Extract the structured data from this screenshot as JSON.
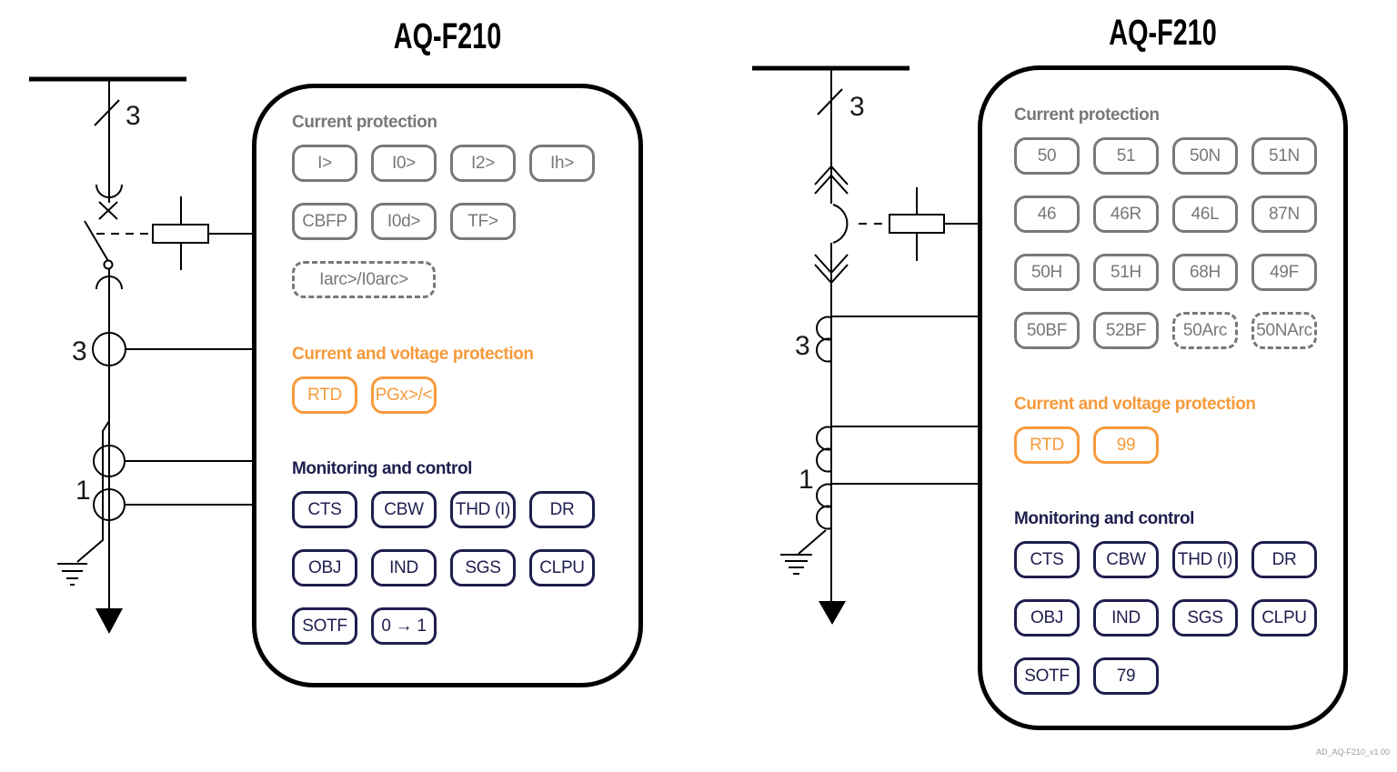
{
  "palette": {
    "gray": "#77787B",
    "orange": "#F79A3B",
    "navy": "#1E1E4F",
    "line_black": "#000000"
  },
  "footer": {
    "version_label": "AD_AQ-F210_v1.00"
  },
  "left_diagram": {
    "title": "AQ-F210",
    "circuit": {
      "breaker_phase_count": "3",
      "phase_ct_count": "3",
      "core_ct_count": "1"
    },
    "sections": {
      "current_protection": {
        "heading": "Current protection",
        "badges": [
          {
            "label": "I>"
          },
          {
            "label": "I0>"
          },
          {
            "label": "I2>"
          },
          {
            "label": "Ih>"
          },
          {
            "label": "CBFP"
          },
          {
            "label": "I0d>"
          },
          {
            "label": "TF>"
          },
          {
            "label": "Iarc>/I0arc>",
            "variant": "dashed wide"
          }
        ]
      },
      "current_voltage_protection": {
        "heading": "Current and voltage protection",
        "badges": [
          {
            "label": "RTD"
          },
          {
            "label": "PGx>/<"
          }
        ]
      },
      "monitoring_control": {
        "heading": "Monitoring and control",
        "badges": [
          {
            "label": "CTS"
          },
          {
            "label": "CBW"
          },
          {
            "label": "THD (I)"
          },
          {
            "label": "DR"
          },
          {
            "label": "OBJ"
          },
          {
            "label": "IND"
          },
          {
            "label": "SGS"
          },
          {
            "label": "CLPU"
          },
          {
            "label": "SOTF"
          },
          {
            "label": "0 → 1"
          }
        ]
      }
    }
  },
  "right_diagram": {
    "title": "AQ-F210",
    "circuit": {
      "breaker_phase_count": "3",
      "phase_ct_count": "3",
      "core_ct_count": "1"
    },
    "sections": {
      "current_protection": {
        "heading": "Current protection",
        "badges": [
          {
            "label": "50"
          },
          {
            "label": "51"
          },
          {
            "label": "50N"
          },
          {
            "label": "51N"
          },
          {
            "label": "46"
          },
          {
            "label": "46R"
          },
          {
            "label": "46L"
          },
          {
            "label": "87N"
          },
          {
            "label": "50H"
          },
          {
            "label": "51H"
          },
          {
            "label": "68H"
          },
          {
            "label": "49F"
          },
          {
            "label": "50BF"
          },
          {
            "label": "52BF"
          },
          {
            "label": "50Arc",
            "variant": "dashed"
          },
          {
            "label": "50NArc",
            "variant": "dashed"
          }
        ]
      },
      "current_voltage_protection": {
        "heading": "Current and voltage protection",
        "badges": [
          {
            "label": "RTD"
          },
          {
            "label": "99"
          }
        ]
      },
      "monitoring_control": {
        "heading": "Monitoring and control",
        "badges": [
          {
            "label": "CTS"
          },
          {
            "label": "CBW"
          },
          {
            "label": "THD (I)"
          },
          {
            "label": "DR"
          },
          {
            "label": "OBJ"
          },
          {
            "label": "IND"
          },
          {
            "label": "SGS"
          },
          {
            "label": "CLPU"
          },
          {
            "label": "SOTF"
          },
          {
            "label": "79"
          }
        ]
      }
    }
  }
}
